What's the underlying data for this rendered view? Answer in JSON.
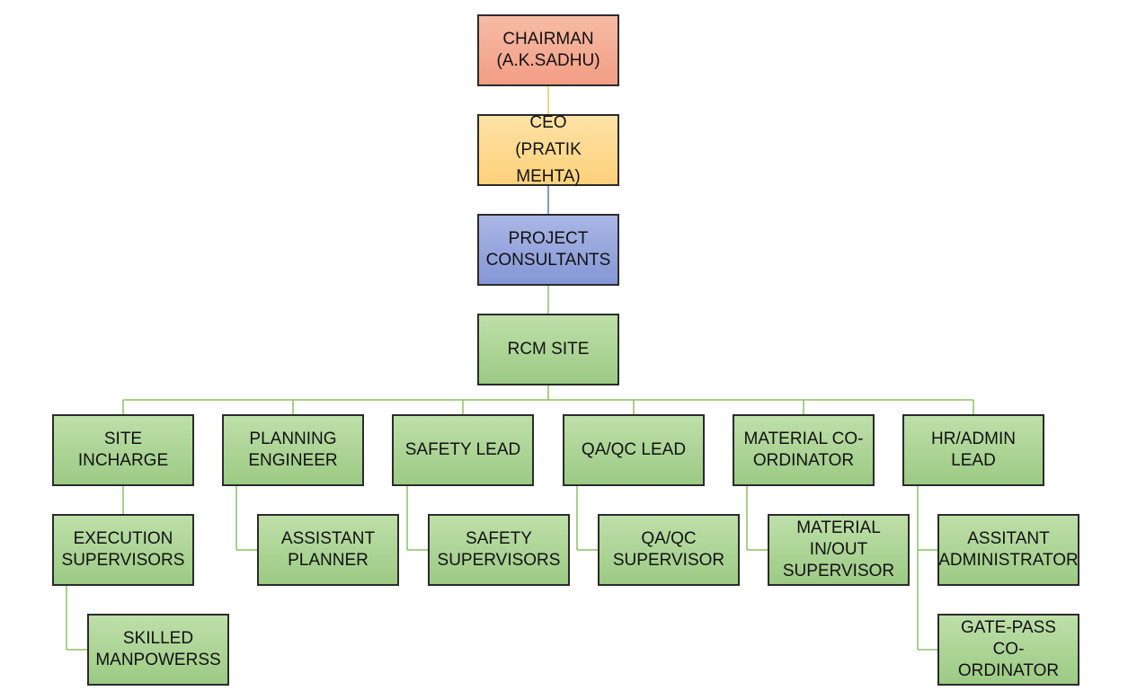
{
  "colors": {
    "green": "#a9d18e",
    "orange": "#f4b097",
    "yellow": "#ffd88a",
    "blue": "#8fa1da",
    "connector_green": "#8cc063",
    "connector_yellow": "#e8cf4f",
    "connector_blue": "#4f7eaa",
    "border": "#2b2b2b"
  },
  "nodes": {
    "chairman": "CHAIRMAN\n(A.K.SADHU)",
    "ceo": "CEO\n(PRATIK MEHTA)",
    "consultants": "PROJECT\nCONSULTANTS",
    "rcm": "RCM SITE",
    "site_incharge": "SITE INCHARGE",
    "planning": "PLANNING\nENGINEER",
    "safety": "SAFETY LEAD",
    "qaqc": "QA/QC LEAD",
    "material": "MATERIAL CO-\nORDINATOR",
    "hr": "HR/ADMIN LEAD",
    "execution": "EXECUTION\nSUPERVISORS",
    "asst_planner": "ASSISTANT\nPLANNER",
    "safety_sup": "SAFETY\nSUPERVISORS",
    "qaqc_sup": "QA/QC\nSUPERVISOR",
    "material_sup": "MATERIAL\nIN/OUT\nSUPERVISOR",
    "asst_admin": "ASSITANT\nADMINISTRATOR",
    "skilled": "SKILLED\nMANPOWERSS",
    "gatepass": "GATE-PASS CO-\nORDINATOR"
  }
}
